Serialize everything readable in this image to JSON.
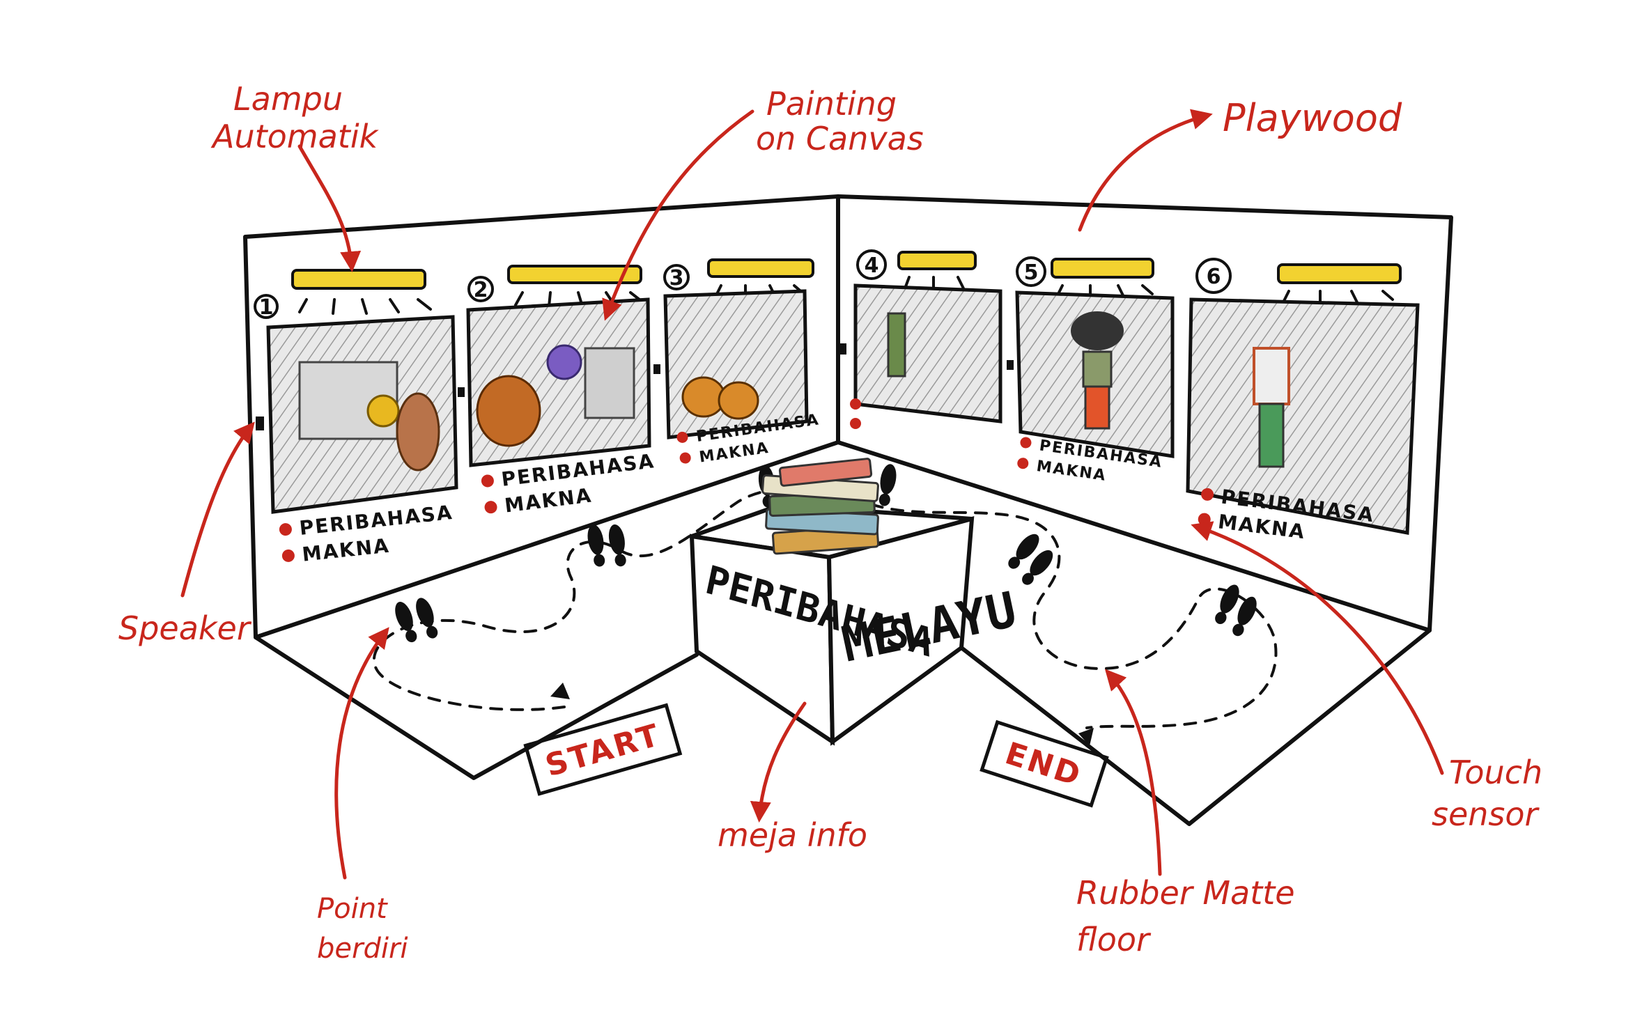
{
  "annotations": {
    "lampu": [
      "Lampu",
      "Automatik"
    ],
    "painting": [
      "Painting",
      "on Canvas"
    ],
    "playwood": "Playwood",
    "speaker": "Speaker",
    "point_berdiri": [
      "Point",
      "berdiri"
    ],
    "meja_info": "meja info",
    "rubber": [
      "Rubber Matte",
      "floor"
    ],
    "touch": [
      "Touch",
      "sensor"
    ]
  },
  "panels": [
    {
      "number": "1",
      "line1": "PERIBAHASA",
      "line2": "MAKNA"
    },
    {
      "number": "2",
      "line1": "PERIBAHASA",
      "line2": "MAKNA"
    },
    {
      "number": "3",
      "line1": "PERIBAHASA",
      "line2": "MAKNA"
    },
    {
      "number": "4",
      "line1": "",
      "line2": ""
    },
    {
      "number": "5",
      "line1": "PERIBAHASA",
      "line2": "MAKNA"
    },
    {
      "number": "6",
      "line1": "PERIBAHASA",
      "line2": "MAKNA"
    }
  ],
  "info_box": {
    "left_face": "PERIBAHASA",
    "right_face": "MELAYU"
  },
  "floor": {
    "start": "START",
    "end": "END"
  },
  "colors": {
    "annotation": "#c8261c",
    "lamp": "#f2d230",
    "ink": "#111111"
  }
}
